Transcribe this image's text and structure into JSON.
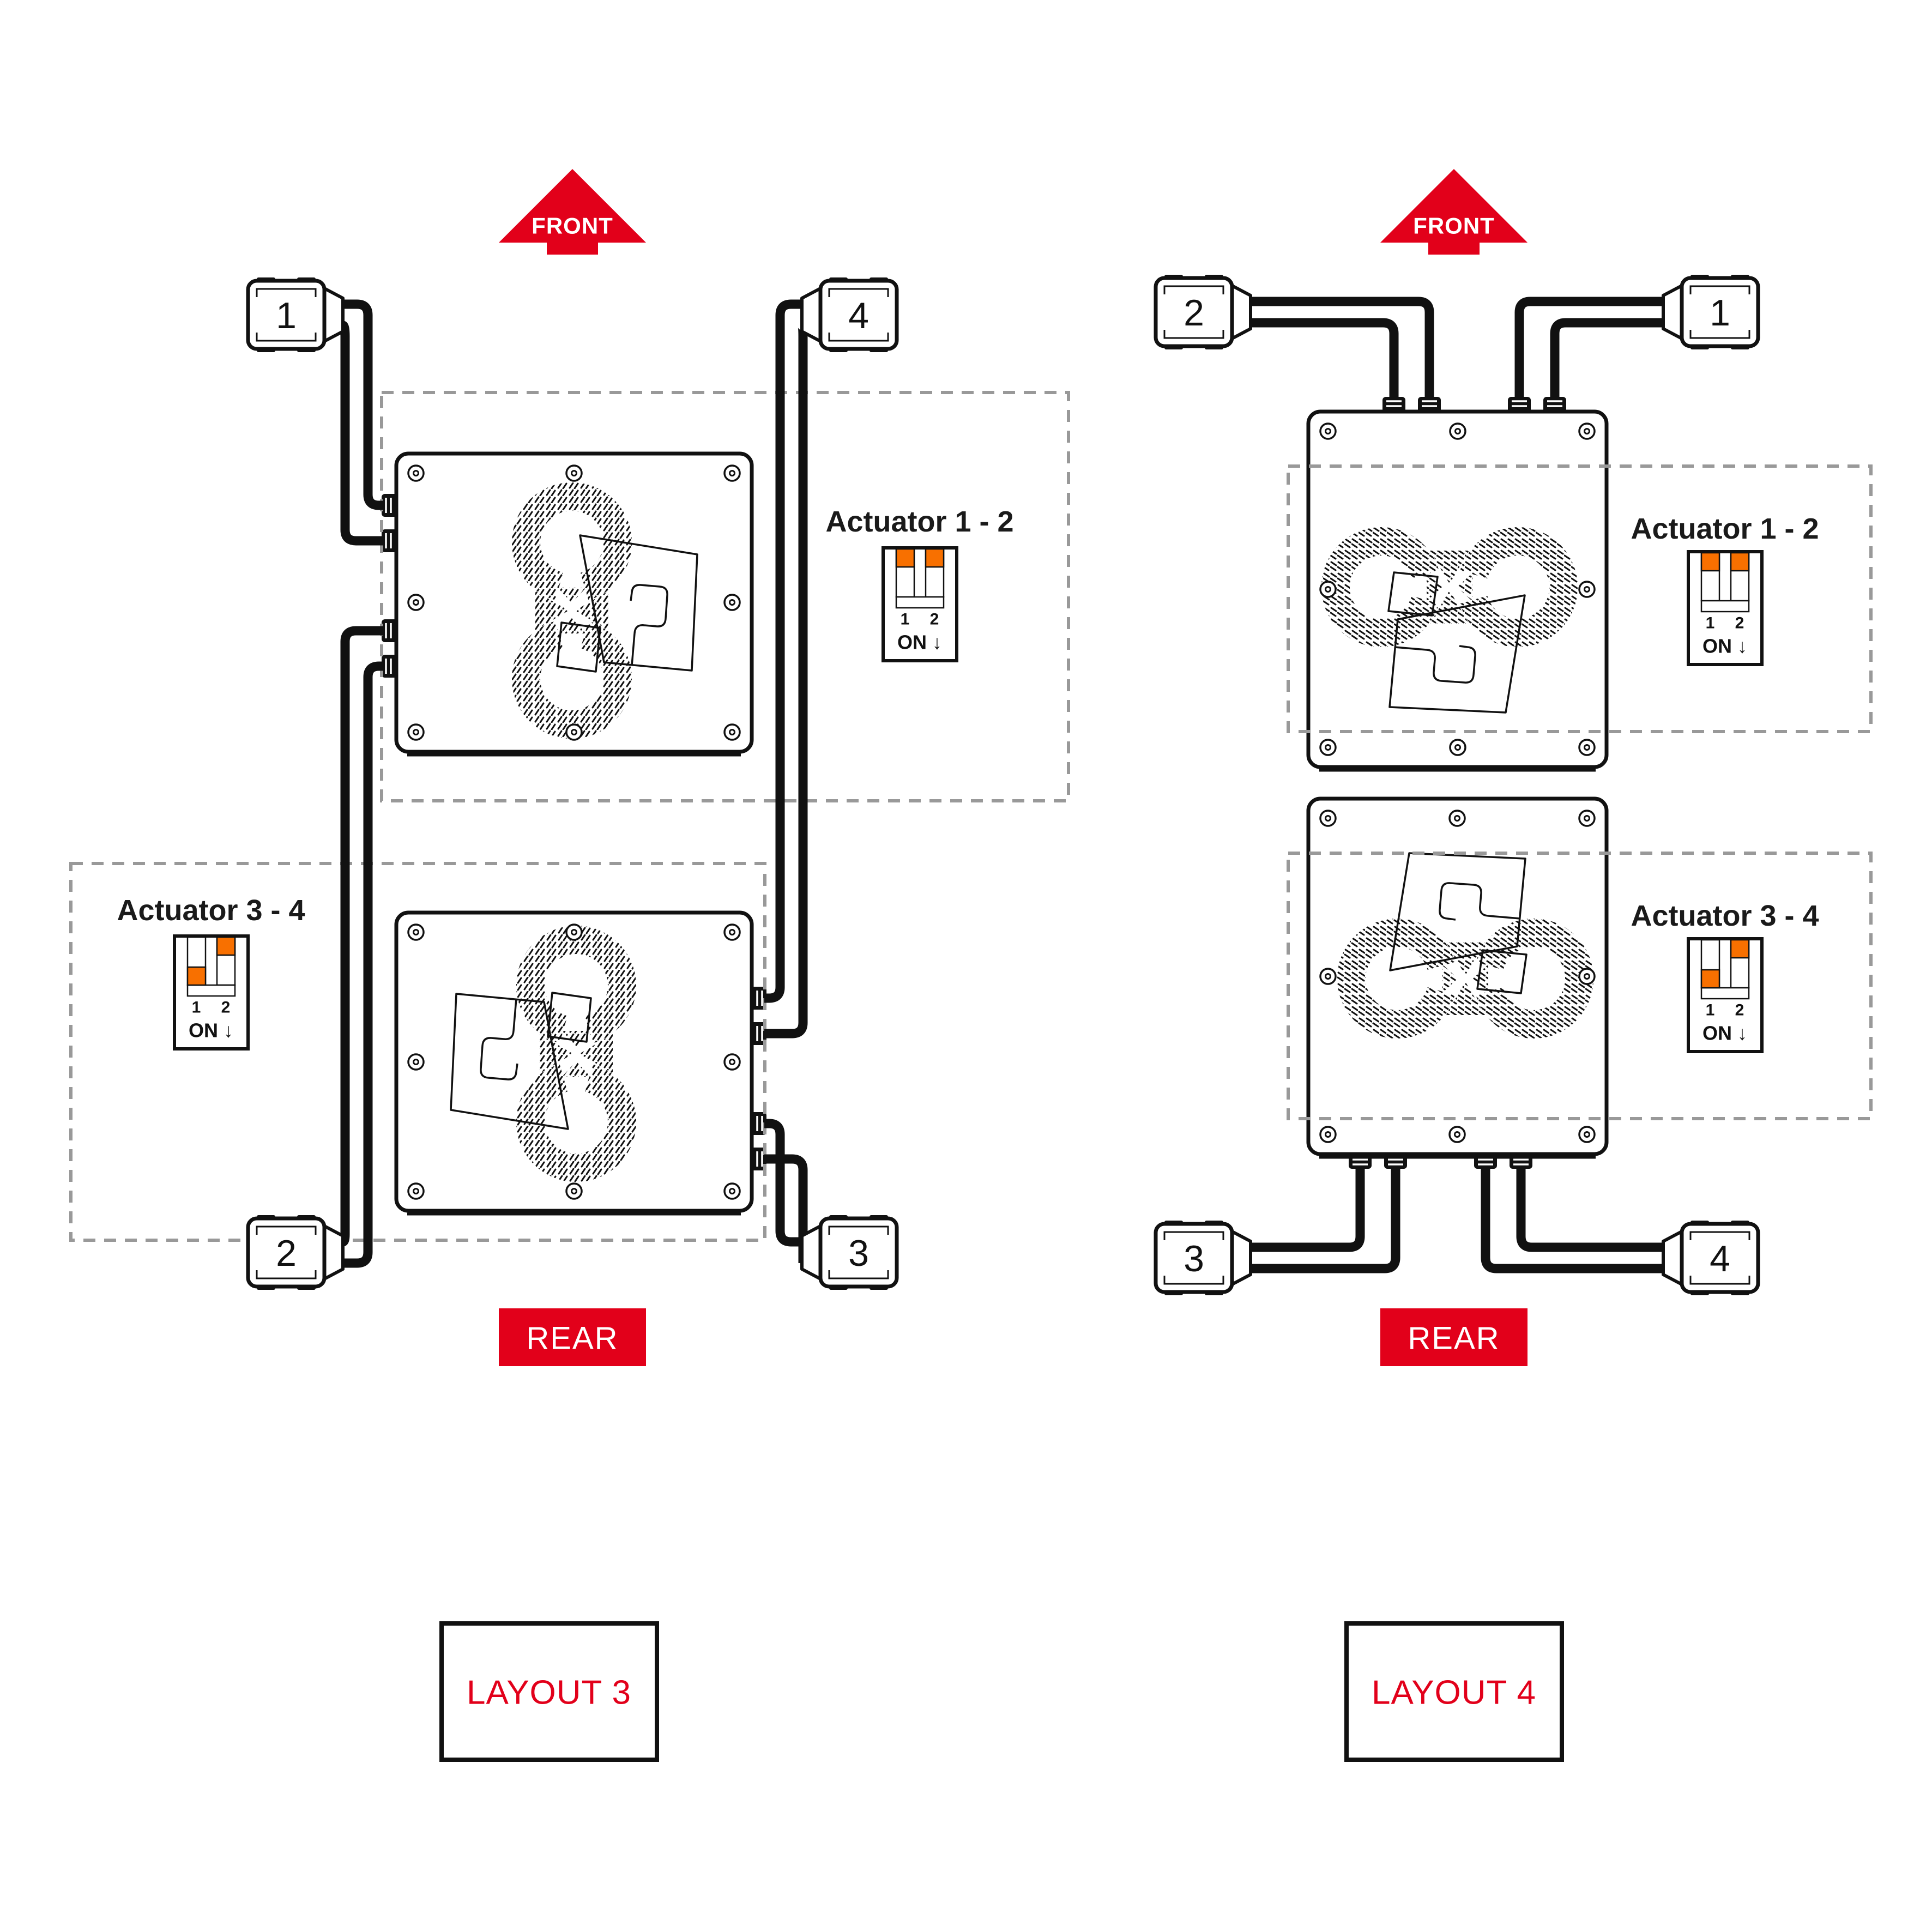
{
  "colors": {
    "accent_red": "#E2001A",
    "switch_orange": "#F87000",
    "line_black": "#111111",
    "dash_gray": "#999999"
  },
  "layout3": {
    "front_label": "FRONT",
    "rear_label": "REAR",
    "title": "LAYOUT 3",
    "actuator_top_left": "1",
    "actuator_top_right": "4",
    "actuator_bottom_left": "2",
    "actuator_bottom_right": "3",
    "group12": {
      "label": "Actuator 1 - 2",
      "pin1": "1",
      "pin2": "2",
      "on_label": "ON ↓",
      "switch1": "up",
      "switch2": "up"
    },
    "group34": {
      "label": "Actuator 3 - 4",
      "pin1": "1",
      "pin2": "2",
      "on_label": "ON ↓",
      "switch1": "down",
      "switch2": "up"
    }
  },
  "layout4": {
    "front_label": "FRONT",
    "rear_label": "REAR",
    "title": "LAYOUT 4",
    "actuator_top_left": "2",
    "actuator_top_right": "1",
    "actuator_bottom_left": "3",
    "actuator_bottom_right": "4",
    "group12": {
      "label": "Actuator 1 - 2",
      "pin1": "1",
      "pin2": "2",
      "on_label": "ON ↓",
      "switch1": "up",
      "switch2": "up"
    },
    "group34": {
      "label": "Actuator 3 - 4",
      "pin1": "1",
      "pin2": "2",
      "on_label": "ON ↓",
      "switch1": "down",
      "switch2": "up"
    }
  }
}
